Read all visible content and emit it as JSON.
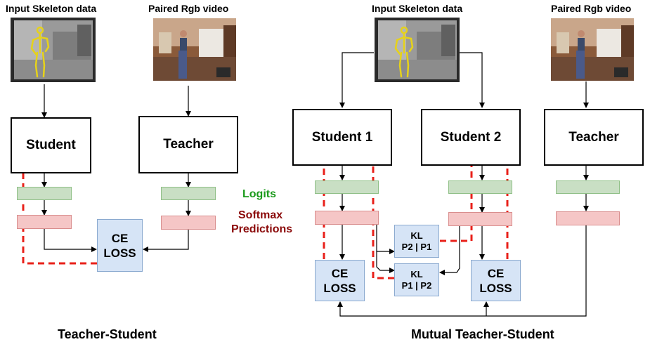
{
  "left": {
    "input_label": "Input Skeleton data",
    "video_label": "Paired Rgb video",
    "student_label": "Student",
    "teacher_label": "Teacher",
    "loss_line1": "CE",
    "loss_line2": "LOSS",
    "caption": "Teacher-Student"
  },
  "legend": {
    "logits": "Logits",
    "softmax": "Softmax",
    "predictions": "Predictions",
    "logits_color": "#1a9a1a",
    "softmax_color": "#8b0a0a"
  },
  "right": {
    "input_label": "Input Skeleton data",
    "video_label": "Paired Rgb video",
    "student1_label": "Student 1",
    "student2_label": "Student 2",
    "teacher_label": "Teacher",
    "ce1_line1": "CE",
    "ce1_line2": "LOSS",
    "ce2_line1": "CE",
    "ce2_line2": "LOSS",
    "kl1_line1": "KL",
    "kl1_line2": "P2 | P1",
    "kl2_line1": "KL",
    "kl2_line2": "P1 | P2",
    "caption": "Mutual Teacher-Student"
  },
  "colors": {
    "logit_fill": "#c9dfc4",
    "softmax_fill": "#f5c6c6",
    "loss_fill": "#d6e4f6",
    "backprop_arrow": "#e8201a"
  }
}
